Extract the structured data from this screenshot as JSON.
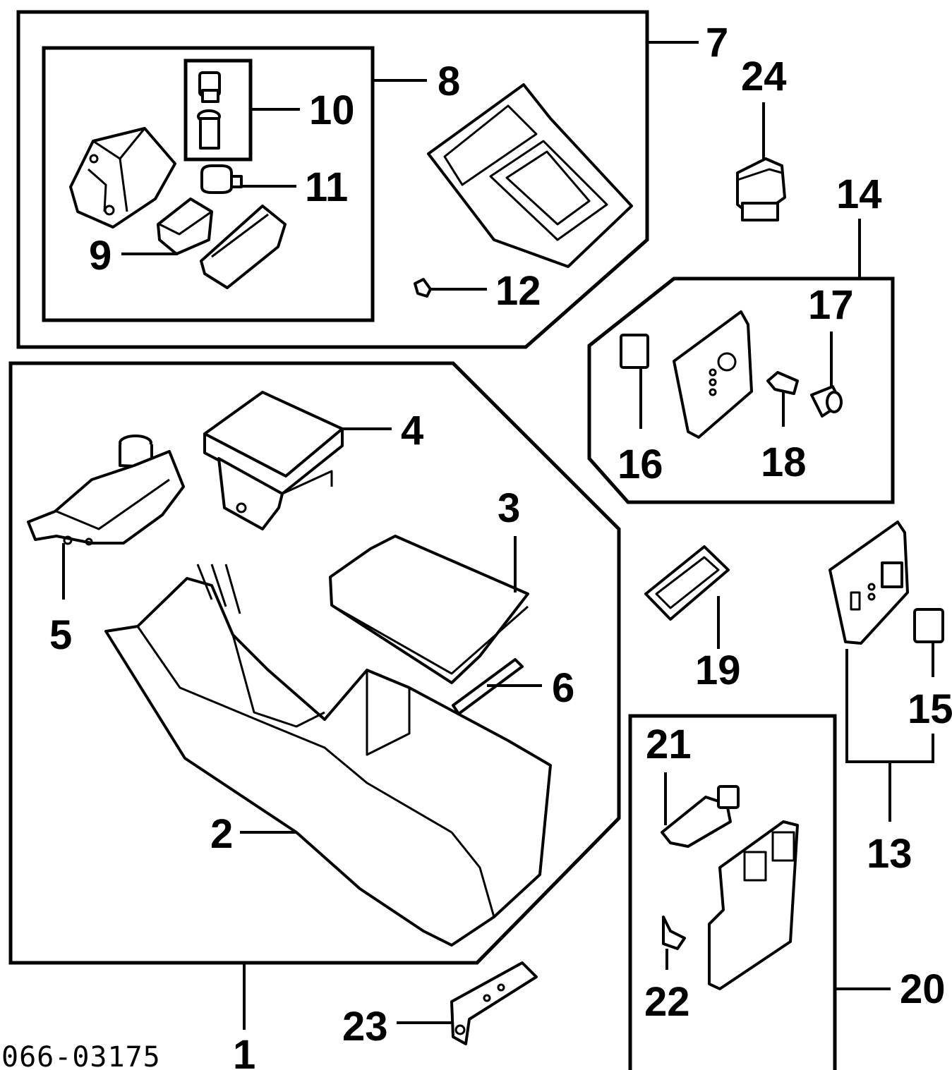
{
  "diagram_code": "066-03175",
  "callouts": {
    "c1": "1",
    "c2": "2",
    "c3": "3",
    "c4": "4",
    "c5": "5",
    "c6": "6",
    "c7": "7",
    "c8": "8",
    "c9": "9",
    "c10": "10",
    "c11": "11",
    "c12": "12",
    "c13": "13",
    "c14": "14",
    "c15": "15",
    "c16": "16",
    "c17": "17",
    "c18": "18",
    "c19": "19",
    "c20": "20",
    "c21": "21",
    "c22": "22",
    "c23": "23",
    "c24": "24"
  }
}
